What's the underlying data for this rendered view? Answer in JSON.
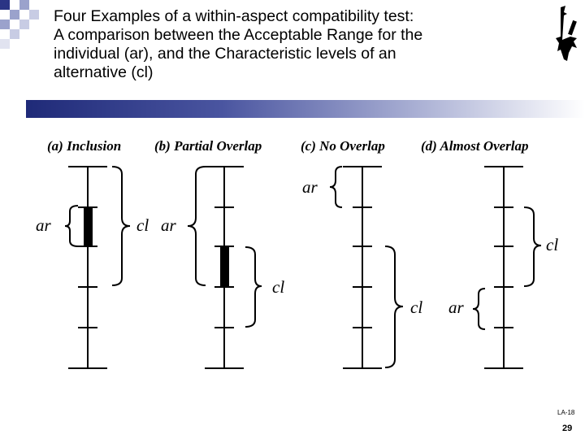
{
  "title_lines": [
    "Four Examples of a within-aspect compatibility test:",
    "A comparison between the Acceptable Range for the",
    "individual (ar), and the Characteristic levels of an",
    "alternative (cl)"
  ],
  "panels": {
    "a": {
      "heading": "(a) Inclusion",
      "label_ar": "ar"
    },
    "b": {
      "heading": "(b) Partial Overlap",
      "label_cl": "cl",
      "label_ar": "ar",
      "label_cl2": "cl"
    },
    "c": {
      "heading": "(c) No Overlap",
      "label_ar": "ar",
      "label_cl": "cl"
    },
    "d": {
      "heading": "(d) Almost Overlap",
      "label_cl": "cl",
      "label_ar": "ar"
    }
  },
  "footer": {
    "code": "LA-18",
    "page": "29"
  },
  "colors": {
    "rule_start": "#1f2a78",
    "rule_end": "#ffffff",
    "checker": "#9ba2cc"
  }
}
